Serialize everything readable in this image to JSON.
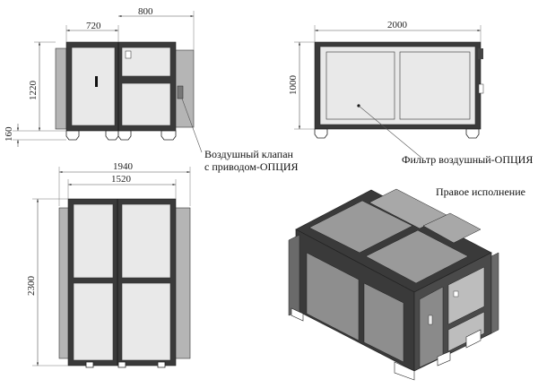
{
  "views": {
    "front": {
      "width_outer": "800",
      "width_inner": "720",
      "height": "1220",
      "foot_height": "160"
    },
    "side": {
      "length": "2000",
      "height": "1000"
    },
    "top": {
      "width_outer": "1940",
      "width_inner": "1520",
      "height": "2300"
    }
  },
  "callouts": {
    "damper_line1": "Воздушный клапан",
    "damper_line2": "с приводом-ОПЦИЯ",
    "filter": "Фильтр воздушный-ОПЦИЯ",
    "orientation": "Правое исполнение"
  },
  "colors": {
    "frame": "#3a3a3a",
    "panel": "#e9e9e9",
    "duct": "#b5b5b5"
  }
}
